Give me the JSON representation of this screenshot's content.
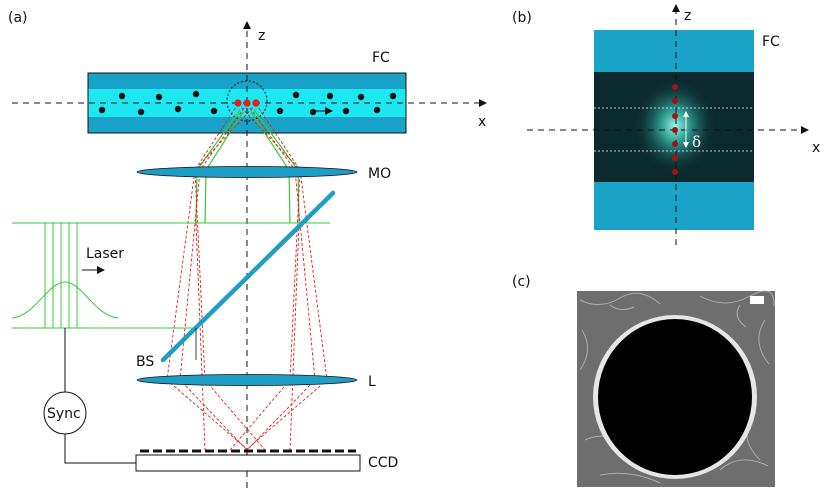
{
  "panels": {
    "a": "(a)",
    "b": "(b)",
    "c": "(c)"
  },
  "labels": {
    "z_a": "z",
    "x_a": "x",
    "fc_a": "FC",
    "mo": "MO",
    "laser": "Laser",
    "bs": "BS",
    "l": "L",
    "sync": "Sync",
    "ccd": "CCD",
    "z_b": "z",
    "x_b": "x",
    "fc_b": "FC",
    "delta": "δ"
  },
  "colors": {
    "channel_outer": "#1aa3c9",
    "channel_inner": "#1de8f2",
    "lens": "#1e9ec4",
    "splitter": "#1e9ec4",
    "laser": "#33cc33",
    "ray_red": "#e0201c",
    "ray_green": "#33cc33",
    "particle": "#111111",
    "particle_focus": "#e0201c",
    "dark_region": "#0b2a2e",
    "glow": "#5ee8d8"
  }
}
